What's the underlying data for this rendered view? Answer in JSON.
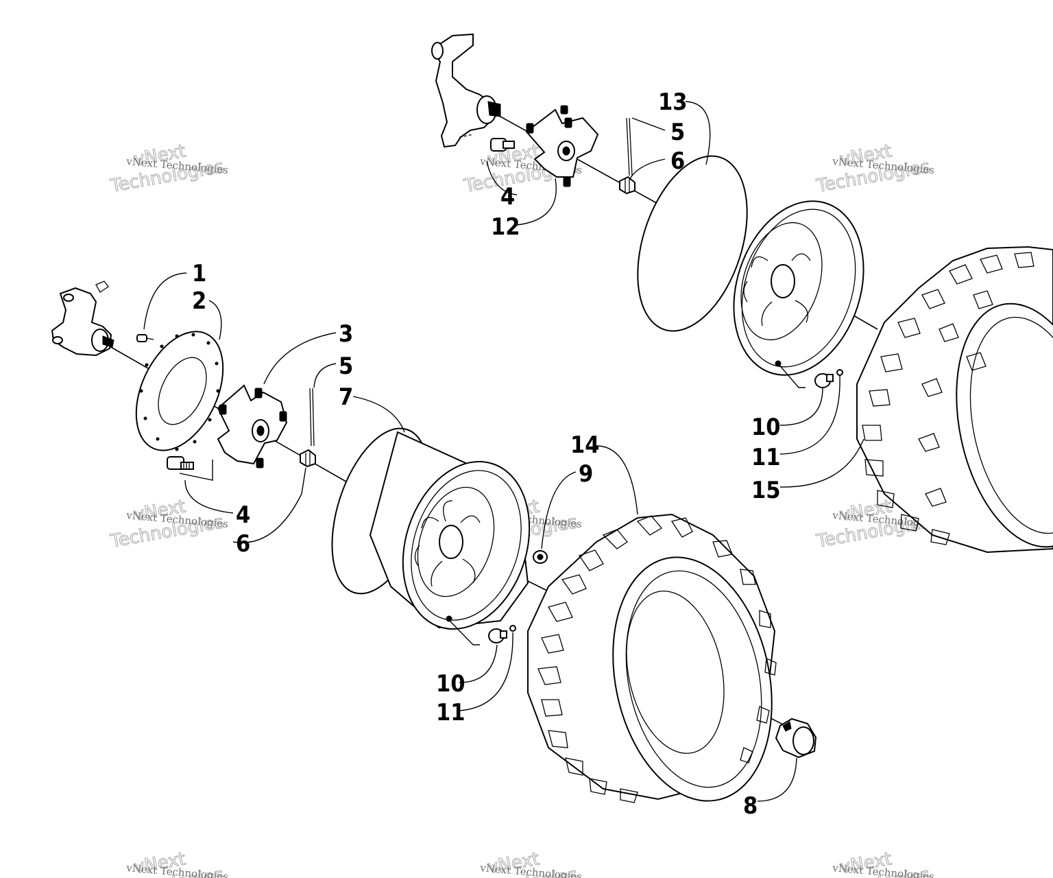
{
  "watermark": {
    "line1": "vNext",
    "line2": "Technologies",
    "combined": "vNext Technologies"
  },
  "callouts": {
    "c1": "1",
    "c2": "2",
    "c3": "3",
    "c5a": "5",
    "c7": "7",
    "c4a": "4",
    "c6a": "6",
    "c14": "14",
    "c9": "9",
    "c10a": "10",
    "c11a": "11",
    "c8": "8",
    "c13": "13",
    "c5b": "5",
    "c6b": "6",
    "c4b": "4",
    "c12": "12",
    "c10b": "10",
    "c11b": "11",
    "c15": "15"
  }
}
